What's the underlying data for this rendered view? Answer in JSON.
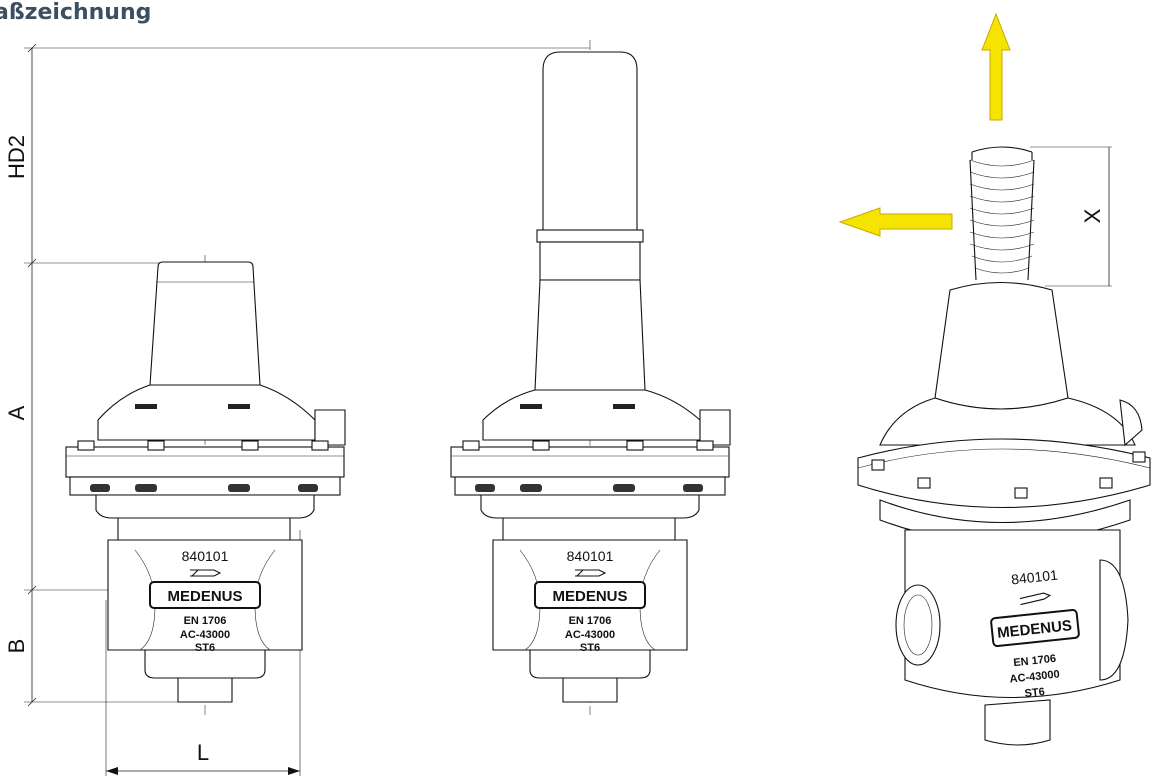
{
  "title": "aßzeichnung",
  "dimensions": {
    "hd2": "HD2",
    "a": "A",
    "b": "B",
    "l": "L",
    "x": "X"
  },
  "regulator": {
    "part_number": "840101",
    "brand": "MEDENUS",
    "norm": "EN 1706",
    "alloy": "AC-43000",
    "grade": "ST6"
  },
  "colors": {
    "arrow_fill": "#f5e400",
    "title": "#3c4f62"
  }
}
